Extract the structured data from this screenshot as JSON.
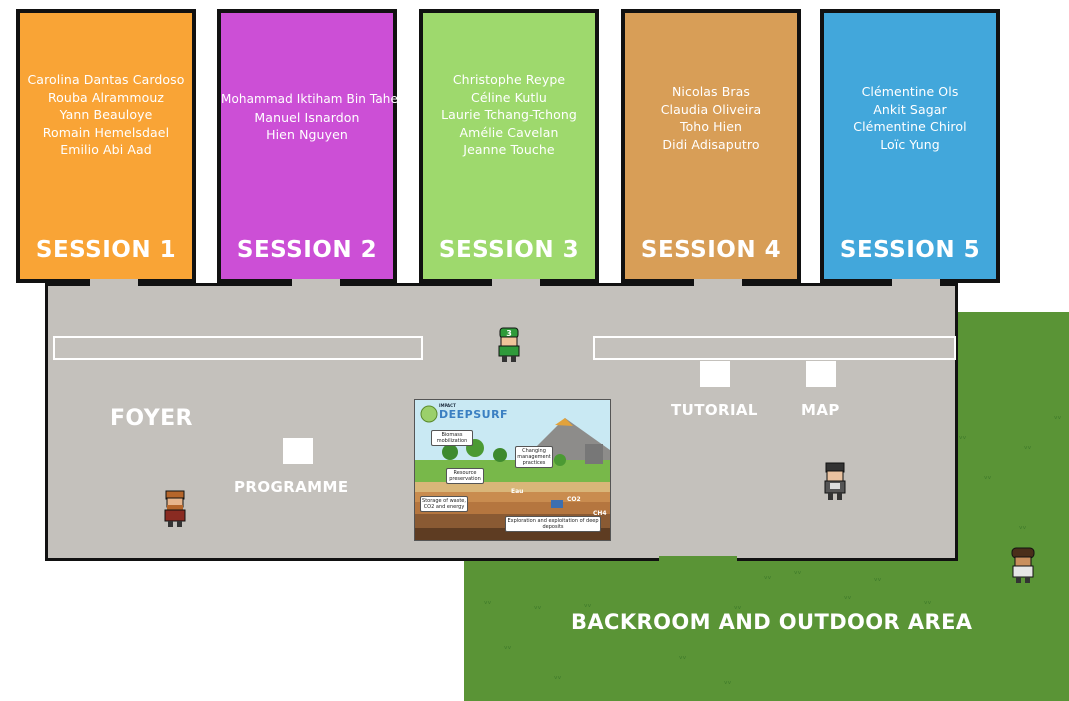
{
  "sessions": [
    {
      "title": "SESSION 1",
      "color": "#f9a436",
      "names": [
        "Carolina Dantas Cardoso",
        "Rouba Alrammouz",
        "Yann Beauloye",
        "Romain Hemelsdael",
        "Emilio Abi Aad"
      ]
    },
    {
      "title": "SESSION 2",
      "color": "#cc4fd6",
      "names": [
        "Mohammad Iktiham Bin Taher",
        "Manuel Isnardon",
        "Hien Nguyen"
      ]
    },
    {
      "title": "SESSION 3",
      "color": "#9ed96d",
      "names": [
        "Christophe Reype",
        "Céline Kutlu",
        "Laurie Tchang-Tchong",
        "Amélie Cavelan",
        "Jeanne Touche"
      ]
    },
    {
      "title": "SESSION 4",
      "color": "#d89e57",
      "names": [
        "Nicolas Bras",
        "Claudia Oliveira",
        "Toho Hien",
        "Didi Adisaputro"
      ]
    },
    {
      "title": "SESSION 5",
      "color": "#42a7db",
      "names": [
        "Clémentine Ols",
        "Ankit Sagar",
        "Clémentine Chirol",
        "Loïc Yung"
      ]
    }
  ],
  "hall": {
    "foyer_label": "FOYER",
    "programme_label": "PROGRAMME",
    "tutorial_label": "TUTORIAL",
    "map_label": "MAP",
    "hall_color": "#c4c1bc"
  },
  "outdoor": {
    "label": "BACKROOM AND OUTDOOR AREA",
    "grass_color": "#5a9436"
  },
  "poster": {
    "logo_small": "IMPACT",
    "logo": "DEEPSURF",
    "labels": {
      "biomass": "Biomass mobilization",
      "changing": "Changing management practices",
      "resource": "Resource preservation",
      "storage": "Storage of waste, CO2 and energy",
      "exploration": "Exploration and exploitation of deep deposits",
      "eau": "Eau",
      "co2": "CO2",
      "ch4": "CH4"
    }
  },
  "icons": {
    "green_avatar": "player-avatar-green-cap-3",
    "bearded_avatar": "avatar-red-bearded",
    "dark_hair_avatar": "avatar-dark-hair",
    "outdoor_avatar": "avatar-curly-hair"
  }
}
